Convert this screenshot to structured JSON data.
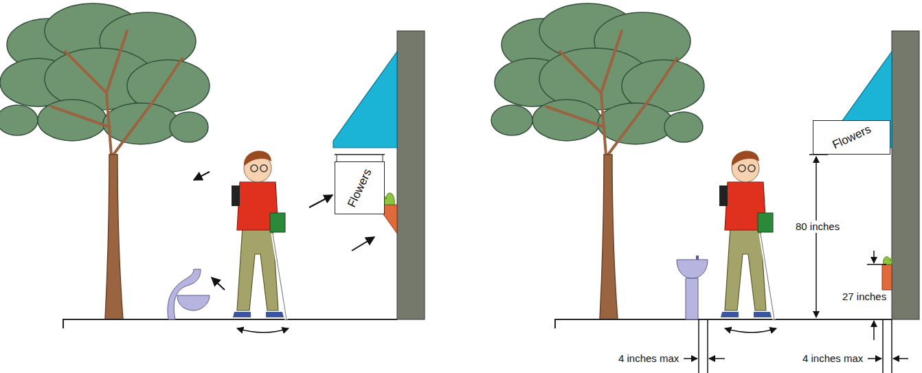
{
  "diagram": {
    "nodes": [
      {
        "text": [
          "Flowers"
        ]
      },
      {
        "text": [
          "Flowers"
        ]
      }
    ],
    "labels": [
      "80 inches",
      "27 inches",
      "4 inches max",
      "4 inches max"
    ]
  }
}
